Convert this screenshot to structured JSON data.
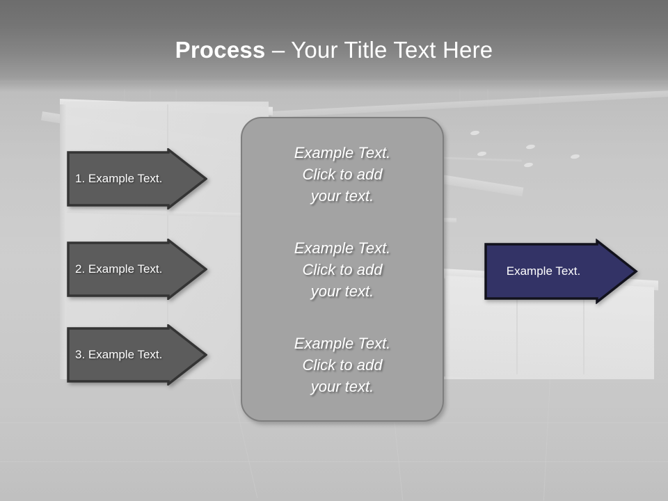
{
  "slide": {
    "title_bold": "Process",
    "title_rest": " – Your Title Text Here",
    "background_description": "faded interior office reception photo"
  },
  "colors": {
    "header_top": "#6d6d6d",
    "header_bottom": "#9d9d9d",
    "slide_background": "#c9c9c9",
    "step_arrow_fill": "#5c5c5c",
    "step_arrow_outline": "#343434",
    "center_panel_fill": "#a3a3a3",
    "center_panel_border": "#7e7e7e",
    "result_arrow_fill": "#333366",
    "result_arrow_outline": "#12121c",
    "text_on_shapes": "#ffffff"
  },
  "steps": [
    {
      "label": "1. Example Text."
    },
    {
      "label": "2. Example Text."
    },
    {
      "label": "3. Example Text."
    }
  ],
  "center_panel": {
    "blocks": [
      {
        "text": "Example Text.\nClick  to add\nyour text."
      },
      {
        "text": "Example Text.\nClick  to add\nyour text."
      },
      {
        "text": "Example Text.\nClick  to add\nyour text."
      }
    ]
  },
  "result": {
    "label": "Example Text."
  }
}
